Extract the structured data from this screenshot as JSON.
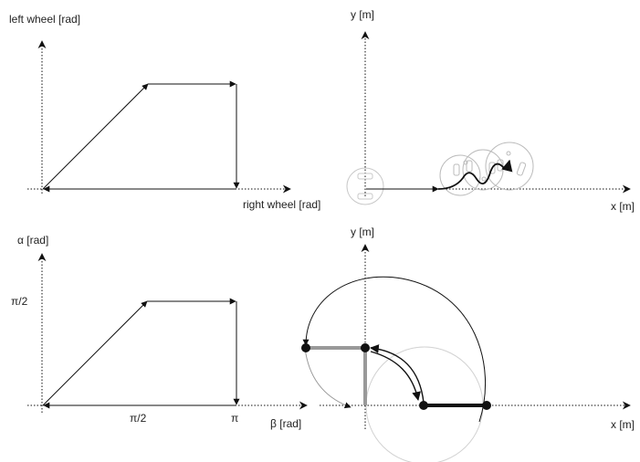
{
  "panels": {
    "top_left": {
      "y_label": "left wheel [rad]",
      "x_label": "right wheel [rad]"
    },
    "top_right": {
      "y_label": "y [m]",
      "x_label": "x [m]"
    },
    "bottom_left": {
      "y_label": "α [rad]",
      "x_label": "β [rad]",
      "y_tick": "π/2",
      "x_ticks": [
        "π/2",
        "π"
      ]
    },
    "bottom_right": {
      "y_label": "y [m]",
      "x_label": "x [m]"
    }
  },
  "colors": {
    "ink": "#111111",
    "gray_path": "#999999",
    "light_circle": "#c8c8c8"
  }
}
